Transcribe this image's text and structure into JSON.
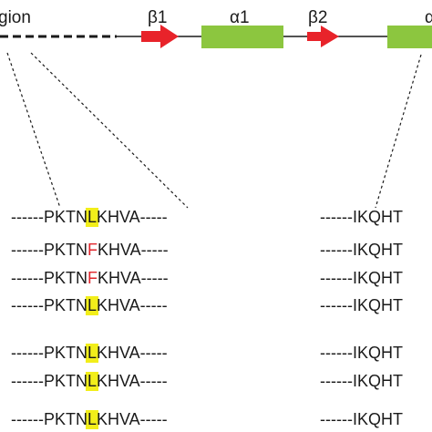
{
  "domain_labels": {
    "region": "gion",
    "beta1": "β1",
    "alpha1": "α1",
    "beta2": "β2",
    "alpha_right": "α"
  },
  "colors": {
    "strand_arrow": "#e8232a",
    "helix_box": "#8cc63f",
    "highlight": "#f2ee1a",
    "mutation": "#e0242b",
    "text": "#1a1a1a"
  },
  "left_sequences": [
    {
      "prefix": "------PKTN",
      "residue": "L",
      "suffix": "KHVA-----",
      "highlighted": true,
      "mutant": false
    },
    {
      "prefix": "------PKTN",
      "residue": "F",
      "suffix": "KHVA-----",
      "highlighted": false,
      "mutant": true
    },
    {
      "prefix": "------PKTN",
      "residue": "F",
      "suffix": "KHVA-----",
      "highlighted": false,
      "mutant": true
    },
    {
      "prefix": "------PKTN",
      "residue": "L",
      "suffix": "KHVA-----",
      "highlighted": true,
      "mutant": false
    },
    {
      "prefix": "------PKTN",
      "residue": "L",
      "suffix": "KHVA-----",
      "highlighted": true,
      "mutant": false
    },
    {
      "prefix": "------PKTN",
      "residue": "L",
      "suffix": "KHVA-----",
      "highlighted": true,
      "mutant": false
    },
    {
      "prefix": "------PKTN",
      "residue": "L",
      "suffix": "KHVA-----",
      "highlighted": true,
      "mutant": false
    }
  ],
  "right_sequences": [
    "------IKQHT",
    "------IKQHT",
    "------IKQHT",
    "------IKQHT",
    "------IKQHT",
    "------IKQHT",
    "------IKQHT"
  ]
}
